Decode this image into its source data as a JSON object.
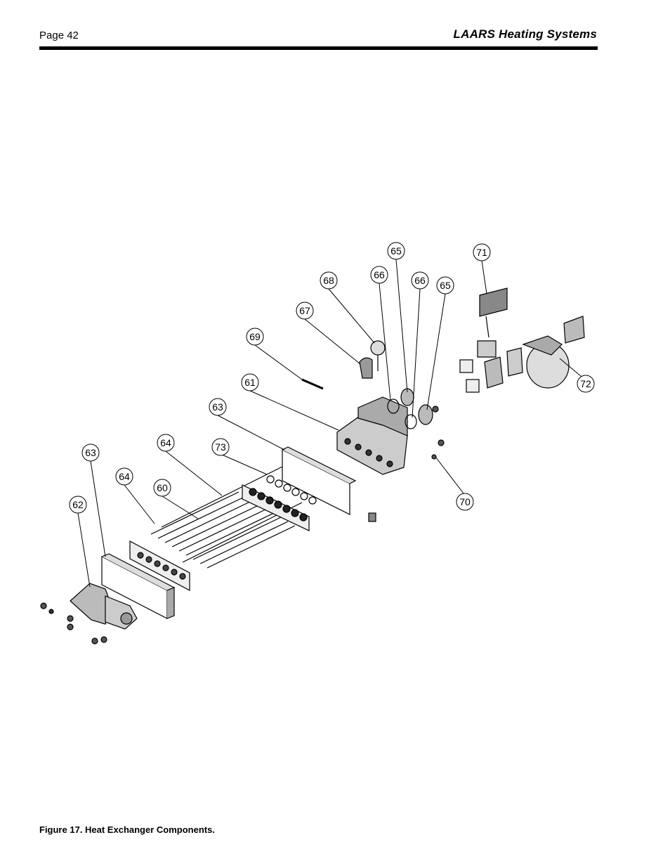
{
  "header": {
    "page_label": "Page 42",
    "brand": "LAARS Heating Systems"
  },
  "figure": {
    "caption": "Figure 17. Heat Exchanger Components.",
    "callouts": [
      {
        "id": "c65a",
        "label": "65"
      },
      {
        "id": "c71",
        "label": "71"
      },
      {
        "id": "c66a",
        "label": "66"
      },
      {
        "id": "c68",
        "label": "68"
      },
      {
        "id": "c66b",
        "label": "66"
      },
      {
        "id": "c65b",
        "label": "65"
      },
      {
        "id": "c67",
        "label": "67"
      },
      {
        "id": "c69",
        "label": "69"
      },
      {
        "id": "c61",
        "label": "61"
      },
      {
        "id": "c72",
        "label": "72"
      },
      {
        "id": "c63a",
        "label": "63"
      },
      {
        "id": "c64a",
        "label": "64"
      },
      {
        "id": "c73",
        "label": "73"
      },
      {
        "id": "c63b",
        "label": "63"
      },
      {
        "id": "c64b",
        "label": "64"
      },
      {
        "id": "c60",
        "label": "60"
      },
      {
        "id": "c70",
        "label": "70"
      },
      {
        "id": "c62",
        "label": "62"
      }
    ]
  }
}
